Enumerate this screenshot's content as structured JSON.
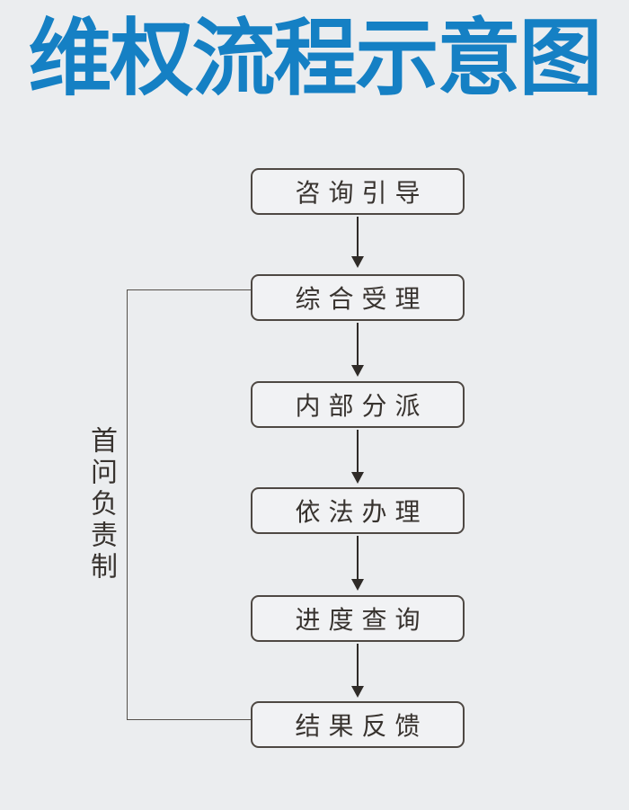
{
  "title": "维权流程示意图",
  "flow": {
    "steps": [
      {
        "label": "咨询引导"
      },
      {
        "label": "综合受理"
      },
      {
        "label": "内部分派"
      },
      {
        "label": "依法办理"
      },
      {
        "label": "进度查询"
      },
      {
        "label": "结果反馈"
      }
    ]
  },
  "side_label": {
    "text": "首问负责制"
  },
  "colors": {
    "background": "#ebedef",
    "title_blue": "#1580c4",
    "box_fill": "#f1f2f4",
    "box_border": "#4e4843",
    "box_text": "#38332f",
    "arrow": "#2f2b28",
    "bracket_line": "#55504b"
  }
}
